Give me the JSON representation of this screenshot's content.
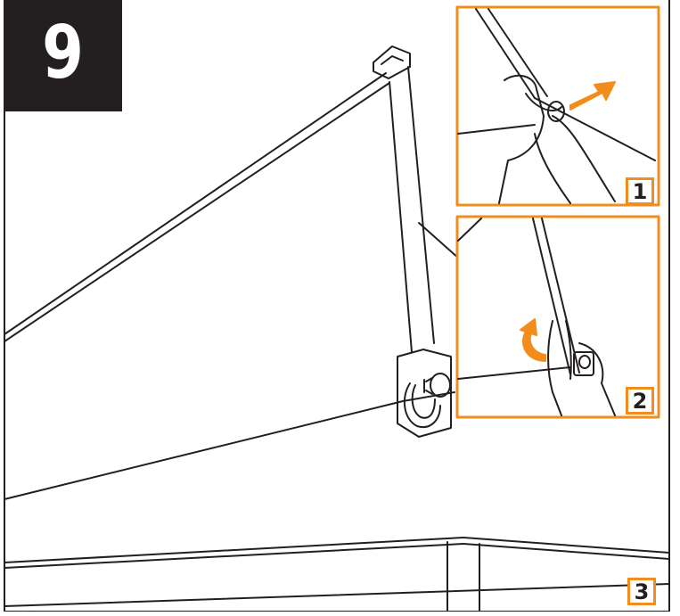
{
  "step": {
    "number": "9"
  },
  "panels": [
    {
      "label": "1",
      "arrow_color": "#f28c1c"
    },
    {
      "label": "2",
      "arrow_color": "#f28c1c"
    },
    {
      "label": "3"
    }
  ],
  "colors": {
    "line": "#231f20",
    "accent": "#f28c1c",
    "background": "#ffffff"
  }
}
